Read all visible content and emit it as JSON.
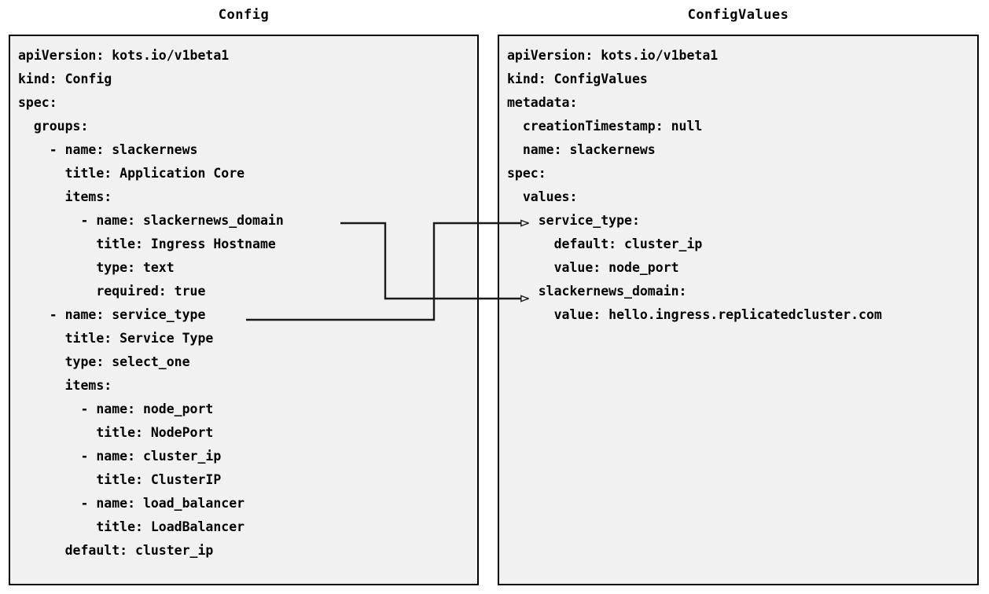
{
  "diagram": {
    "title_left": "Config",
    "title_right": "ConfigValues",
    "background_color": "#ffffff",
    "panel_fill": "#f1f1f1",
    "panel_border_color": "#000000",
    "text_color": "#000000"
  },
  "config_panel": {
    "label": "Config",
    "lines": [
      "apiVersion: kots.io/v1beta1",
      "kind: Config",
      "spec:",
      "  groups:",
      "    - name: slackernews",
      "      title: Application Core",
      "      items:",
      "        - name: slackernews_domain",
      "          title: Ingress Hostname",
      "          type: text",
      "          required: true",
      "    - name: service_type",
      "      title: Service Type",
      "      type: select_one",
      "      items:",
      "        - name: node_port",
      "          title: NodePort",
      "        - name: cluster_ip",
      "          title: ClusterIP",
      "        - name: load_balancer",
      "          title: LoadBalancer",
      "      default: cluster_ip"
    ]
  },
  "config_values_panel": {
    "label": "ConfigValues",
    "lines": [
      "apiVersion: kots.io/v1beta1",
      "kind: ConfigValues",
      "metadata:",
      "  creationTimestamp: null",
      "  name: slackernews",
      "spec:",
      "  values:",
      "    service_type:",
      "      default: cluster_ip",
      "      value: node_port",
      "    slackernews_domain:",
      "      value: hello.ingress.replicatedcluster.com"
    ]
  },
  "connectors": [
    {
      "name": "slackernews-domain-connector",
      "from_label": "- name: slackernews_domain",
      "to_label": "slackernews_domain:",
      "from_line_index": 7,
      "to_line_index": 10,
      "arrowhead": "open-triangle"
    },
    {
      "name": "service-type-connector",
      "from_label": "- name: service_type",
      "to_label": "service_type:",
      "from_line_index": 11,
      "to_line_index": 7,
      "arrowhead": "open-triangle"
    }
  ]
}
